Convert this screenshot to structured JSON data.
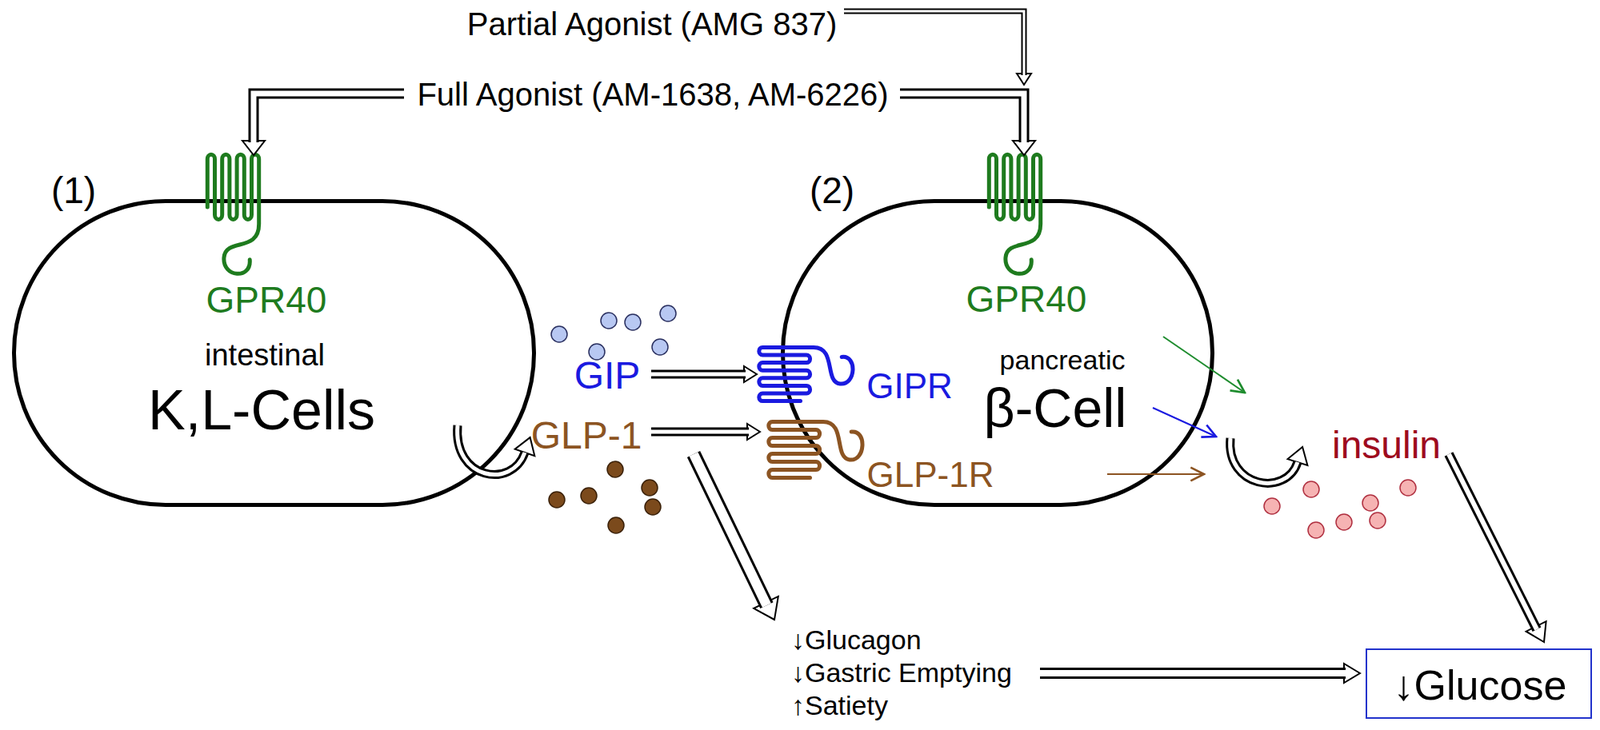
{
  "diagram": {
    "nodes": [
      {
        "text": [
          "(1)",
          "GPR40",
          "intestinal",
          "K,L-Cells"
        ]
      },
      {
        "text": [
          "(2)",
          "GPR40",
          "pancreatic",
          "β-Cell"
        ]
      },
      {
        "text": [
          "↓Glucose"
        ]
      }
    ],
    "labels": [
      "Partial Agonist (AMG 837)",
      "Full Agonist (AM-1638, AM-6226)",
      "GIP",
      "GLP-1",
      "GIPR",
      "GLP-1R",
      "insulin",
      "↓Glucagon",
      "↓Gastric Emptying",
      "↑Satiety"
    ]
  }
}
